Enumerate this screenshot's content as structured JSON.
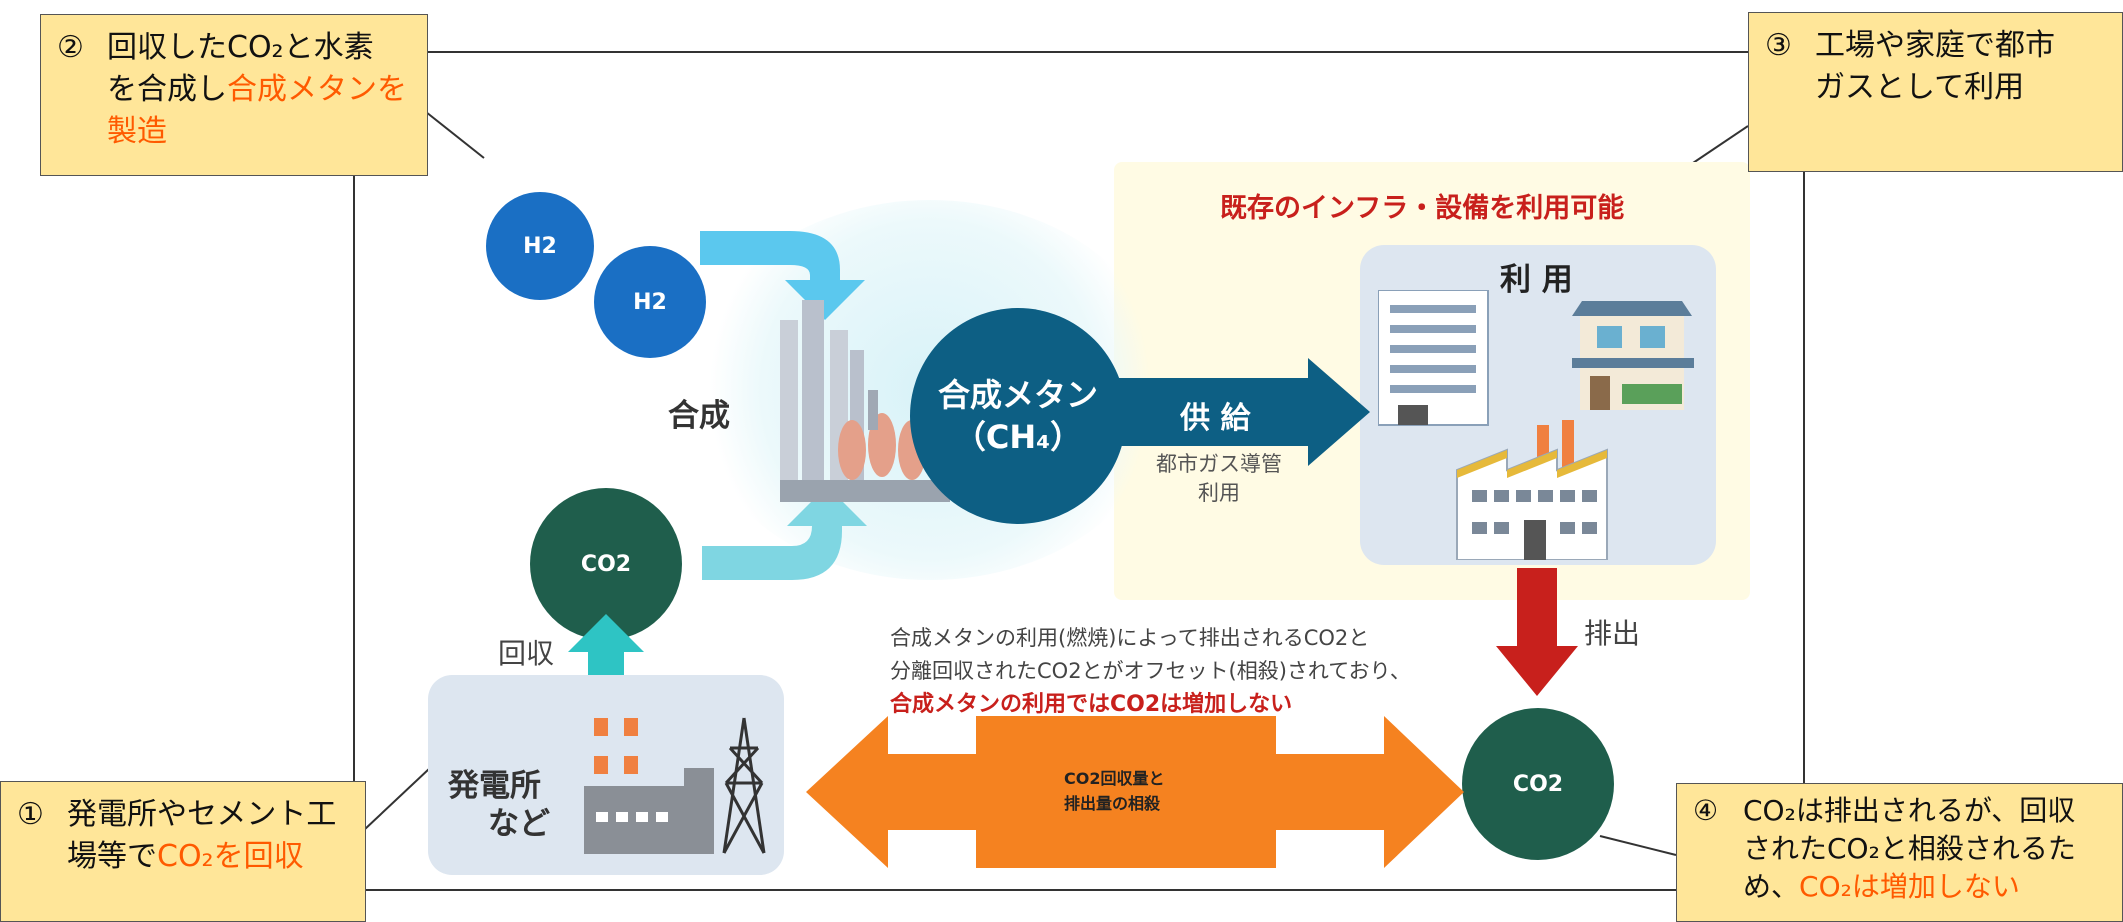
{
  "callouts": {
    "c1": {
      "num": "①",
      "line1": "発電所やセメント工",
      "line2_pre": "場等で",
      "line2_hl": "CO₂を回収"
    },
    "c2": {
      "num": "②",
      "line1": "回収したCO₂と水素",
      "line2_pre": "を合成し",
      "line2_hl": "合成メタンを",
      "line3_hl": "製造"
    },
    "c3": {
      "num": "③",
      "line1": "工場や家庭で都市",
      "line2": "ガスとして利用"
    },
    "c4": {
      "num": "④",
      "line1": "CO₂は排出されるが、回収",
      "line2": "されたCO₂と相殺されるた",
      "line3_pre": "め、",
      "line3_hl": "CO₂は増加しない"
    }
  },
  "diagram": {
    "h2_top": "H2",
    "h2_bottom": "H2",
    "synthesis_label": "合成",
    "methane_line1": "合成メタン",
    "methane_line2": "（CH₄）",
    "supply_label": "供 給",
    "pipeline_line1": "都市ガス導管",
    "pipeline_line2": "利用",
    "infra_title": "既存のインフラ・設備を利用可能",
    "use_label": "利 用",
    "emission_label": "排出",
    "co2_left": "CO2",
    "co2_right": "CO2",
    "recovery_label": "回収",
    "plant_line1": "発電所",
    "plant_line2": "など",
    "offset_note_line1": "合成メタンの利用(燃焼)によって排出されるCO2と",
    "offset_note_line2": "分離回収されたCO2とがオフセット(相殺)されており、",
    "offset_note_line3": "合成メタンの利用ではCO2は増加しない",
    "offset_arrow_line1": "CO2回収量と",
    "offset_arrow_line2": "排出量の相殺"
  },
  "colors": {
    "callout_bg": "#ffe699",
    "highlight": "#ff5a00",
    "h2_blue": "#1a6fc4",
    "methane_blue": "#0d5f84",
    "co2_green": "#1f5e4c",
    "infra_bg": "#fffbe4",
    "red": "#c8201c",
    "orange_arrow": "#f58220",
    "teal_arrow": "#2ec4c4"
  }
}
